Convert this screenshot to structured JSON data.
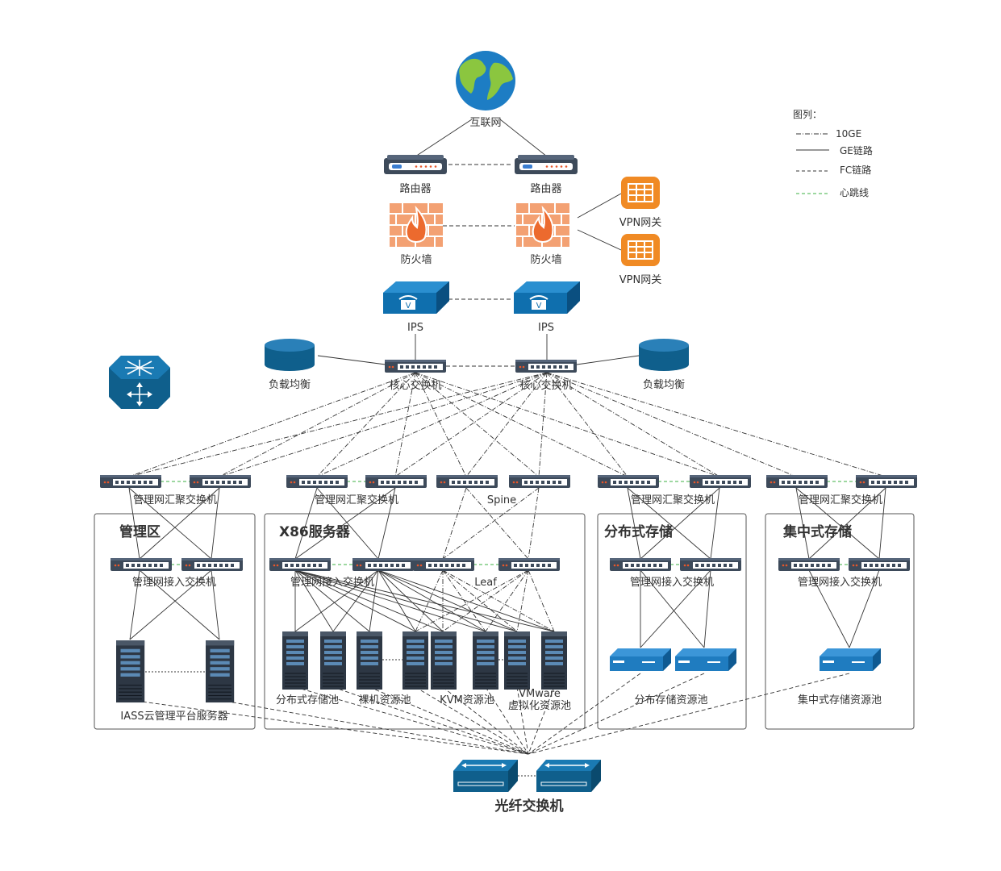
{
  "internet": {
    "label": "互联网"
  },
  "routers": {
    "label": "路由器"
  },
  "firewalls": {
    "label": "防火墙"
  },
  "vpn": {
    "label": "VPN网关"
  },
  "ips": {
    "label": "IPS"
  },
  "core": {
    "label": "核心交换机"
  },
  "lb": {
    "label": "负载均衡"
  },
  "legend": {
    "title": "图列：",
    "items": [
      {
        "name": "10GE",
        "style": "dash-dot",
        "color": "#333333"
      },
      {
        "name": "GE链路",
        "style": "solid",
        "color": "#333333"
      },
      {
        "name": "FC链路",
        "style": "dashed",
        "color": "#333333"
      },
      {
        "name": "心跳线",
        "style": "dashed",
        "color": "#3cb043"
      }
    ]
  },
  "aggregation": {
    "mgmt": "管理网汇聚交换机",
    "spine": "Spine"
  },
  "access": {
    "mgmt": "管理网接入交换机",
    "leaf": "Leaf"
  },
  "zones": {
    "mgmt": "管理区",
    "x86": "X86服务器",
    "dist": "分布式存储",
    "central": "集中式存储"
  },
  "pools": {
    "iass": "IASS云管理平台服务器",
    "dist_pool": "分布式存储池",
    "bare": "裸机资源池",
    "kvm": "KVM资源池",
    "vmware_1": "VMware",
    "vmware_2": "虚拟化资源池",
    "dist_res": "分布存储资源池",
    "central_res": "集中式存储资源池"
  },
  "fc": {
    "label": "光纤交换机"
  },
  "colors": {
    "device_blue": "#0f5f8c",
    "firewall_orange": "#e9844f",
    "vpn_orange": "#f08a24",
    "switch_dark": "#3d4a5a",
    "heartbeat_green": "#3cb043"
  }
}
